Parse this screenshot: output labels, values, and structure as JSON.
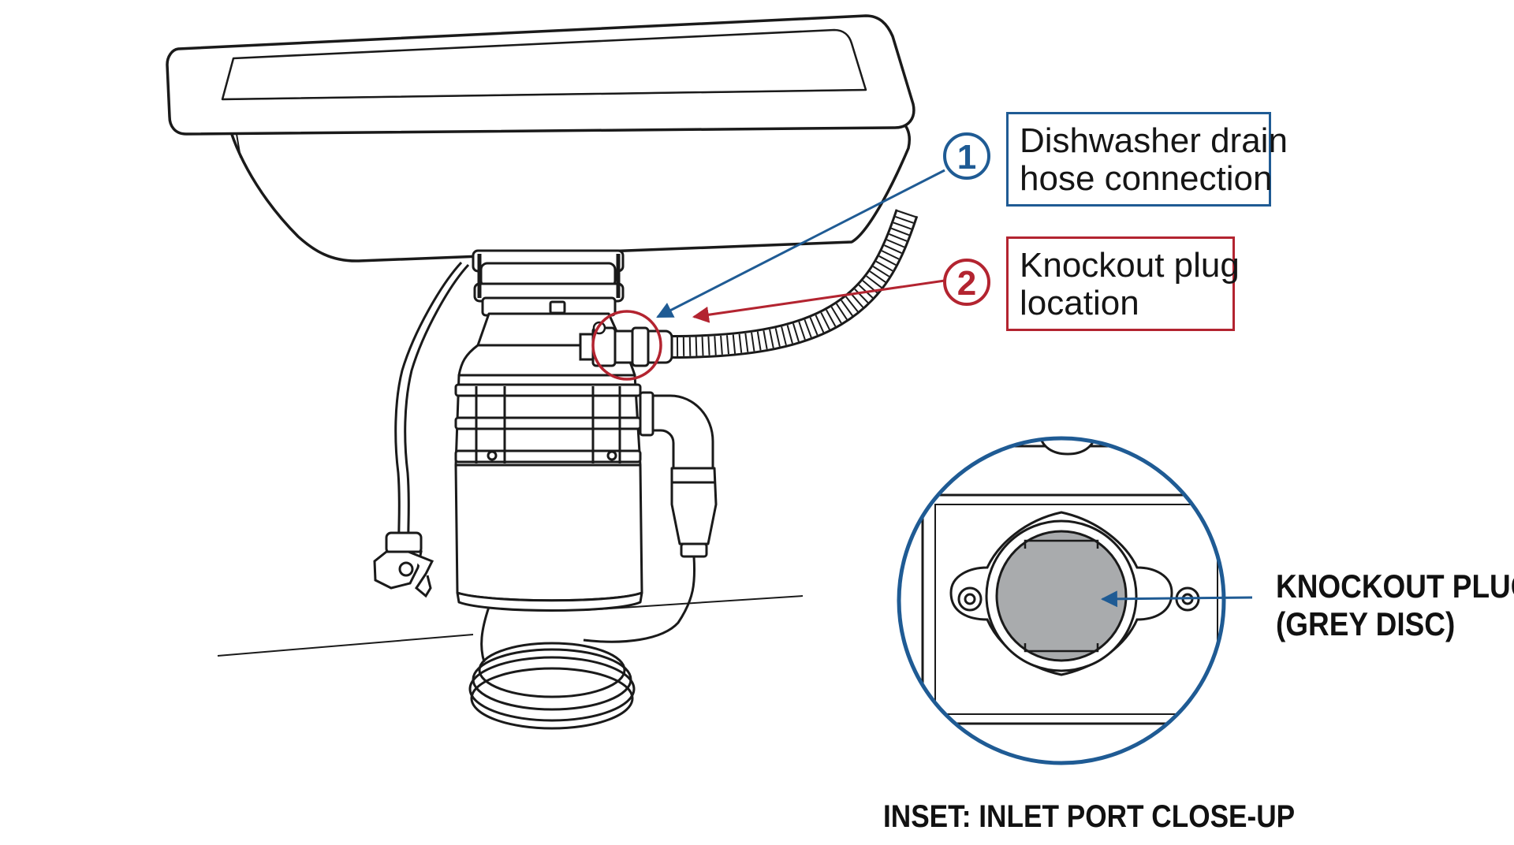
{
  "callouts": [
    {
      "number": "1",
      "text_line1": "Dishwasher drain",
      "text_line2": "hose connection"
    },
    {
      "number": "2",
      "text_line1": "Knockout plug",
      "text_line2": "location"
    }
  ],
  "inset": {
    "label_line1": "KNOCKOUT PLUG",
    "label_line2": "(GREY DISC)",
    "caption": "INSET: INLET PORT CLOSE-UP"
  },
  "colors": {
    "blue": "#1f5b94",
    "red": "#b32430",
    "plug_grey": "#a9abad",
    "line": "#1a1a1a"
  }
}
